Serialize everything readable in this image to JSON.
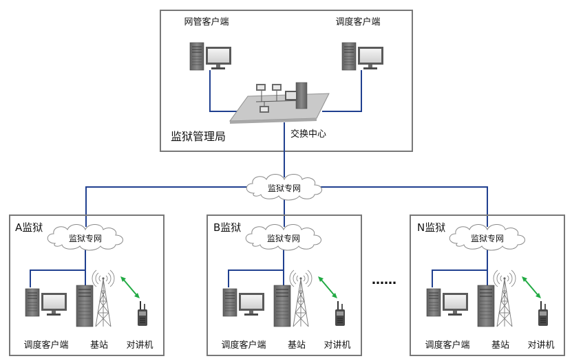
{
  "center": {
    "title": "监狱管理局",
    "netmgmt_client": "网管客户端",
    "dispatch_client": "调度客户端",
    "switch_center": "交换中心"
  },
  "backbone_cloud": "监狱专网",
  "prisons": [
    {
      "title": "A监狱",
      "cloud": "监狱专网",
      "client": "调度客户端",
      "base_station": "基站",
      "radio": "对讲机"
    },
    {
      "title": "B监狱",
      "cloud": "监狱专网",
      "client": "调度客户端",
      "base_station": "基站",
      "radio": "对讲机"
    },
    {
      "title": "N监狱",
      "cloud": "监狱专网",
      "client": "调度客户端",
      "base_station": "基站",
      "radio": "对讲机"
    }
  ],
  "ellipsis": "……",
  "colors": {
    "link": "#1f3f8f",
    "frame": "#777777",
    "radio_link": "#22aa44"
  }
}
